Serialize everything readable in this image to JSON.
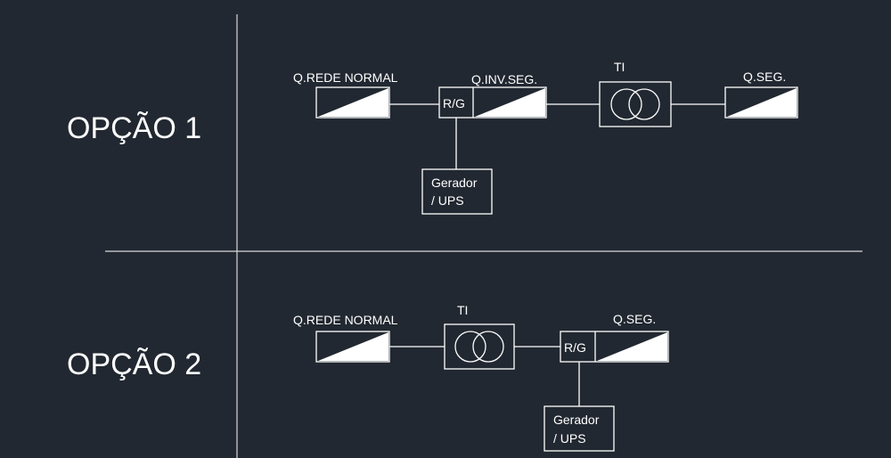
{
  "option1": {
    "title": "OPÇÃO 1",
    "q_rede_normal": "Q.REDE NORMAL",
    "q_inv_seg": "Q.INV.SEG.",
    "ti": "TI",
    "q_seg": "Q.SEG.",
    "rg": "R/G",
    "gerador_line1": "Gerador",
    "gerador_line2": "/ UPS"
  },
  "option2": {
    "title": "OPÇÃO 2",
    "q_rede_normal": "Q.REDE NORMAL",
    "ti": "TI",
    "q_seg": "Q.SEG.",
    "rg": "R/G",
    "gerador_line1": "Gerador",
    "gerador_line2": "/ UPS"
  },
  "colors": {
    "background": "#222831",
    "lines": "#ffffff"
  }
}
